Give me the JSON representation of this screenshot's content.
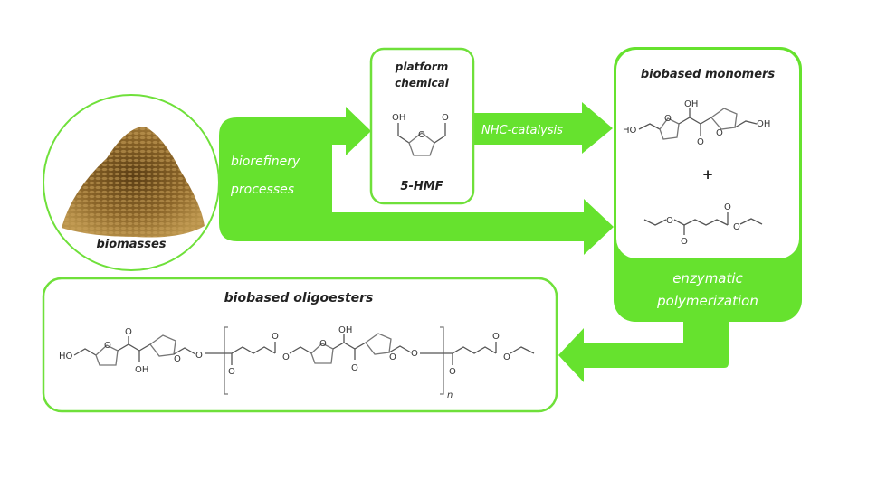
{
  "colors": {
    "accent": "#66e22e",
    "box_stroke": "#6fe03a",
    "dark_text": "#222222",
    "light_text": "#ffffff"
  },
  "nodes": {
    "biomasses": {
      "label": "biomasses",
      "image": "grain-pile"
    },
    "platform": {
      "title_line1": "platform",
      "title_line2": "chemical",
      "compound": "5-HMF",
      "structure": "5-hydroxymethylfurfural"
    },
    "monomers": {
      "title": "biobased monomers",
      "plus": "+",
      "structure_1": "5,5'-bis(hydroxymethyl)furoin",
      "structure_2": "diethyl succinate",
      "process": [
        "enzymatic",
        "polymerization"
      ]
    },
    "oligoesters": {
      "title": "biobased oligoesters",
      "repeat_subscript": "n"
    }
  },
  "atoms": {
    "oh": "OH",
    "ho": "HO",
    "o": "O"
  },
  "edges": [
    {
      "from": "biomasses",
      "to": "platform",
      "label_line1": "biorefinery",
      "label_line2": "processes"
    },
    {
      "from": "platform",
      "to": "monomers",
      "label": "NHC-catalysis"
    },
    {
      "from": "biomasses",
      "to": "monomers",
      "label": ""
    },
    {
      "from": "monomers",
      "to": "oligoesters",
      "label": ""
    }
  ]
}
